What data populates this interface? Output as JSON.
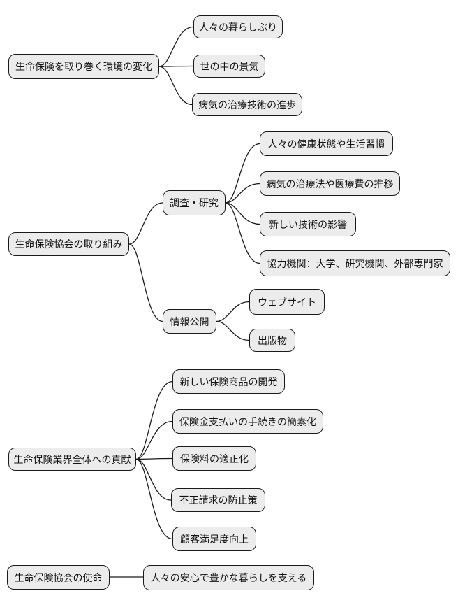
{
  "diagram": {
    "kind": "mindmap",
    "background_color": "#ffffff",
    "node_fill_color": "#ececec",
    "node_border_color": "#1a1a1a",
    "connector_color": "#1a1a1a",
    "text_color": "#111111",
    "trees": [
      {
        "root": "生命保険を取り巻く環境の変化",
        "children": [
          "人々の暮らしぶり",
          "世の中の景気",
          "病気の治療技術の進歩"
        ]
      },
      {
        "root": "生命保険協会の取り組み",
        "branches": [
          {
            "label": "調査・研究",
            "children": [
              "人々の健康状態や生活習慣",
              "病気の治療法や医療費の推移",
              "新しい技術の影響",
              "協力機関：大学、研究機関、外部専門家"
            ]
          },
          {
            "label": "情報公開",
            "children": [
              "ウェブサイト",
              "出版物"
            ]
          }
        ]
      },
      {
        "root": "生命保険業界全体への貢献",
        "children": [
          "新しい保険商品の開発",
          "保険金支払いの手続きの簡素化",
          "保険料の適正化",
          "不正請求の防止策",
          "顧客満足度向上"
        ]
      },
      {
        "root": "生命保険協会の使命",
        "children": [
          "人々の安心で豊かな暮らしを支える"
        ]
      }
    ]
  }
}
